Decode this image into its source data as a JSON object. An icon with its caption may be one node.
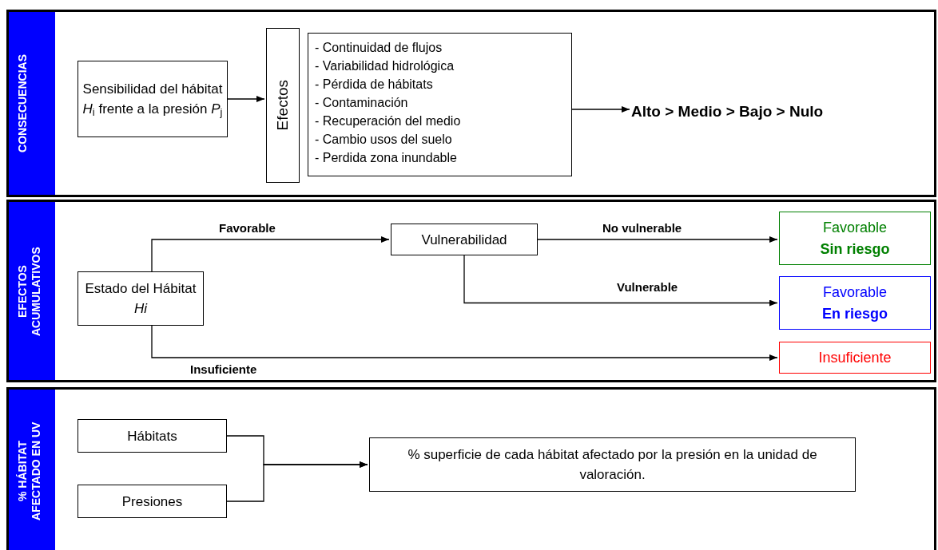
{
  "diagram": {
    "nodes": [
      {
        "text": [
          "CONSECUENCIAS"
        ]
      },
      {
        "text": [
          "Sensibilidad del hábitat *H*$_{i}$ frente a la presión *P*$_{j}$"
        ],
        "in": 0
      },
      {
        "text": [
          "Efectos"
        ],
        "in": 0
      },
      {
        "text": [
          "- Continuidad de flujos",
          "- Variabilidad hidrológica",
          "- Pérdida de hábitats",
          "- Contaminación",
          "- Recuperación del medio",
          "- Cambio usos del suelo",
          "- Perdida zona inundable"
        ],
        "in": 0
      },
      {
        "text": [
          "Alto > Medio > Bajo > Nulo"
        ],
        "in": 0
      },
      {
        "text": [
          "EFECTOS ACUMULATIVOS"
        ]
      },
      {
        "text": [
          "Estado del Hábitat *Hi*"
        ],
        "in": 5
      },
      {
        "text": [
          "Vulnerabilidad"
        ],
        "in": 5
      },
      {
        "text": [
          "Favorable",
          "Sin riesgo"
        ],
        "in": 5
      },
      {
        "text": [
          "Favorable",
          "En riesgo"
        ],
        "in": 5
      },
      {
        "text": [
          "Insuficiente"
        ],
        "in": 5
      },
      {
        "text": [
          "% HÁBITAT AFECTADO EN UV"
        ]
      },
      {
        "text": [
          "Hábitats"
        ],
        "in": 11
      },
      {
        "text": [
          "Presiones"
        ],
        "in": 11
      },
      {
        "text": [
          "% superficie de cada hábitat afectado por la presión en la unidad de valoración."
        ],
        "in": 11
      }
    ],
    "edges": [
      {
        "from": 1,
        "to": 2,
        "arrow": "to"
      },
      {
        "from": 3,
        "to": 4,
        "arrow": "to"
      },
      {
        "from": 6,
        "to": 7,
        "arrow": "to",
        "label": "Favorable"
      },
      {
        "from": 7,
        "to": 8,
        "arrow": "to",
        "label": "No vulnerable"
      },
      {
        "from": 7,
        "to": 9,
        "arrow": "to",
        "label": "Vulnerable"
      },
      {
        "from": 6,
        "to": 10,
        "arrow": "to",
        "label": "Insuficiente"
      },
      {
        "from": 12,
        "to": 14,
        "arrow": "to"
      },
      {
        "from": 13,
        "to": 14,
        "arrow": "to"
      }
    ]
  }
}
